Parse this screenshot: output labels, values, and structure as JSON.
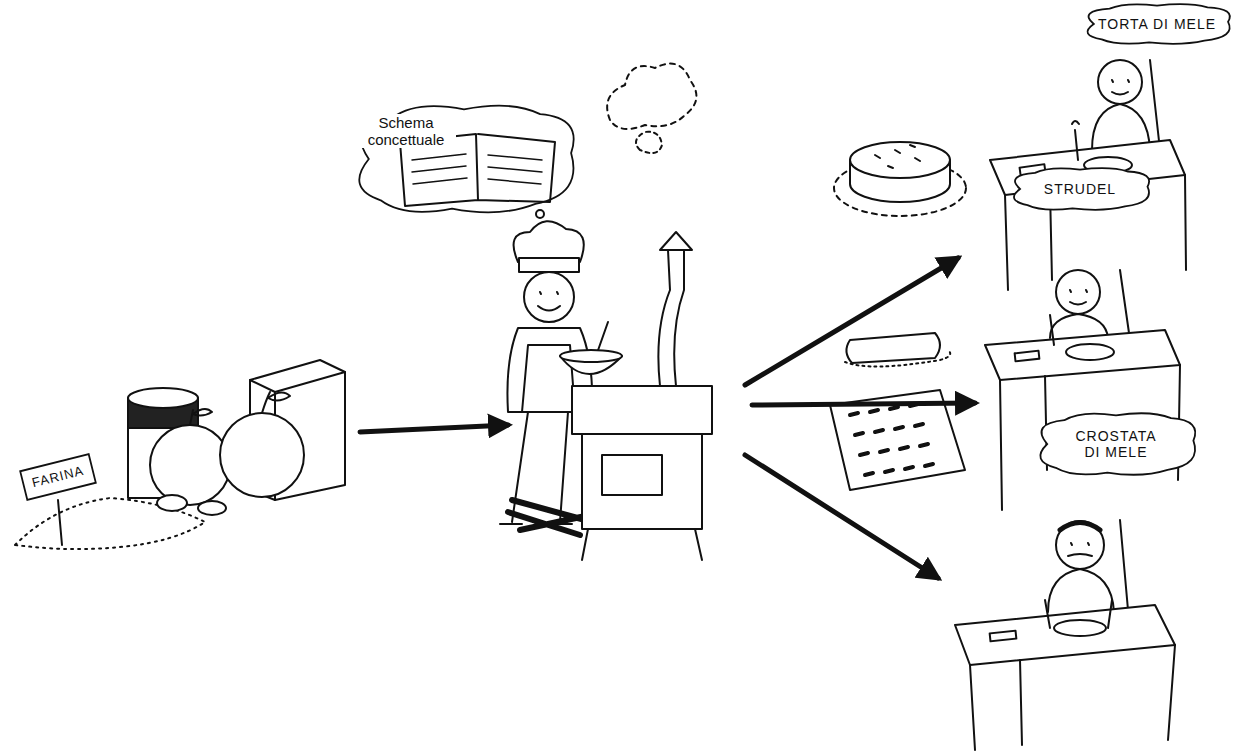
{
  "diagram": {
    "nodes": [
      {
        "text": [
          "FARINA"
        ]
      },
      {
        "text": [
          "Schema concettuale"
        ]
      },
      {
        "text": [
          "TORTA DI MELE"
        ]
      },
      {
        "text": [
          "STRUDEL"
        ]
      },
      {
        "text": [
          "CROSTATA DI MELE"
        ]
      }
    ]
  }
}
